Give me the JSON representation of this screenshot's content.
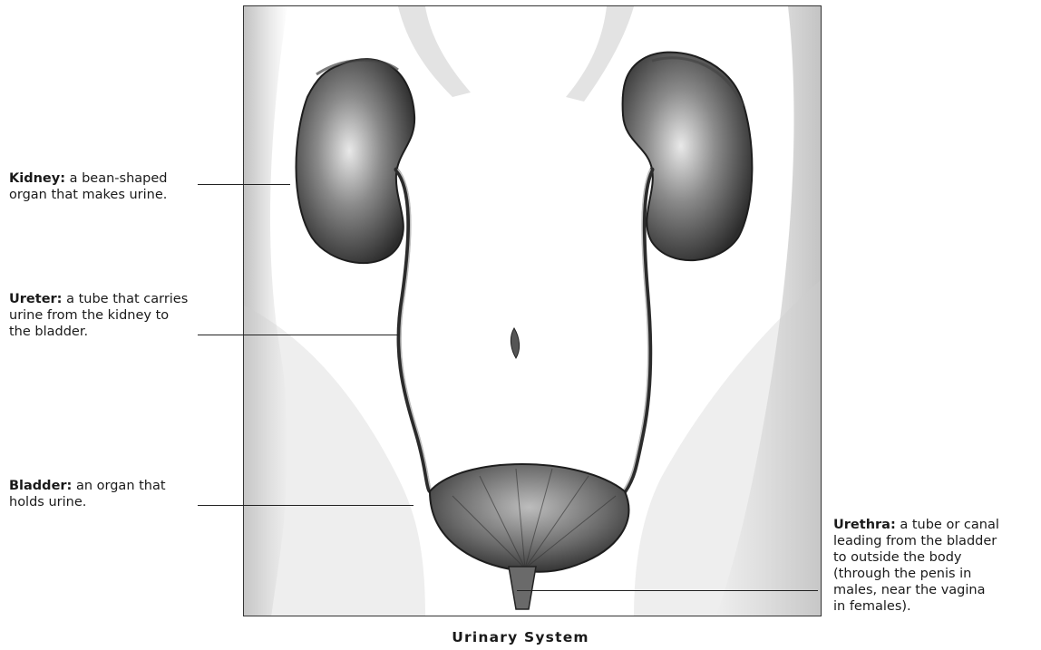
{
  "figure": {
    "caption": "Urinary System"
  },
  "labels": [
    {
      "id": "kidney",
      "term": "Kidney:",
      "lines": [
        "a bean-shaped",
        "organ that makes urine."
      ]
    },
    {
      "id": "ureter",
      "term": "Ureter:",
      "lines": [
        "a tube that carries",
        "urine from the kidney to",
        "the bladder."
      ]
    },
    {
      "id": "bladder",
      "term": "Bladder:",
      "lines": [
        "an organ that",
        "holds urine."
      ]
    },
    {
      "id": "urethra",
      "term": "Urethra:",
      "lines": [
        "a tube or canal",
        "leading from the bladder",
        "to outside the body",
        "(through the penis in",
        "males, near the vagina",
        "in females)."
      ]
    }
  ]
}
